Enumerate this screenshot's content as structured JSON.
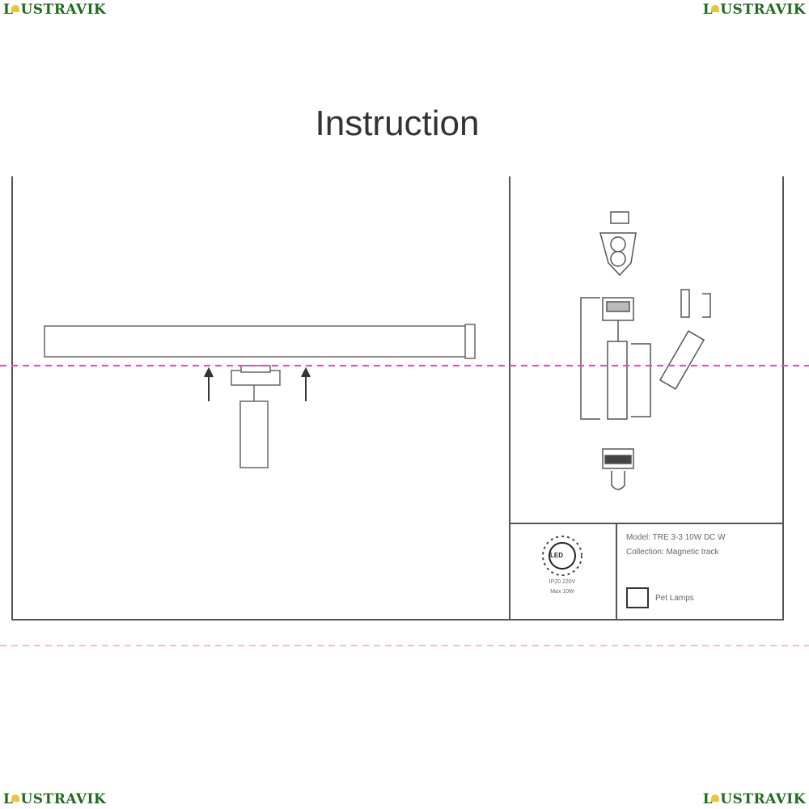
{
  "brand": {
    "logo_text_prefix": "L",
    "logo_text_suffix": "USTRAVIK",
    "color": "#1f6b1f"
  },
  "title": "Instruction",
  "info_box": {
    "led_badge": "LED",
    "led_caption_1": "IP20 220V",
    "led_caption_2": "Max 10W",
    "model_line": "Model: TRE 3-3 10W DC W",
    "collection_line": "Collection: Magnetic track",
    "legend_label": "Pet Lamps"
  },
  "colors": {
    "guide_line": "#ff3fbf",
    "frame": "#555555"
  }
}
